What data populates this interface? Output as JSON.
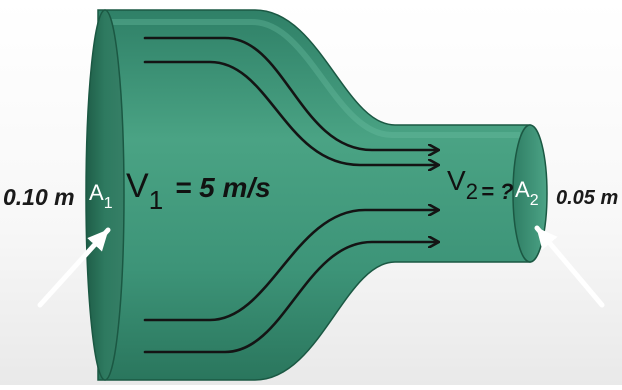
{
  "labels": {
    "d1": "0.10 m",
    "a1_letter": "A",
    "a1_sub": "1",
    "v1_letter": "V",
    "v1_sub": "1",
    "v1_value": "= 5 m/s",
    "v2_letter": "V",
    "v2_sub": "2",
    "v2_value": "= ?",
    "a2_letter": "A",
    "a2_sub": "2",
    "d2": "0.05 m"
  },
  "colors": {
    "pipe_fill": "#3c9276",
    "pipe_dark": "#246a52",
    "pipe_highlight": "#5fb598",
    "flow_line": "#141414",
    "arrow_pointer": "#ffffff",
    "label_text": "#1a1a1a",
    "label_on_pipe": "#ffffff"
  }
}
